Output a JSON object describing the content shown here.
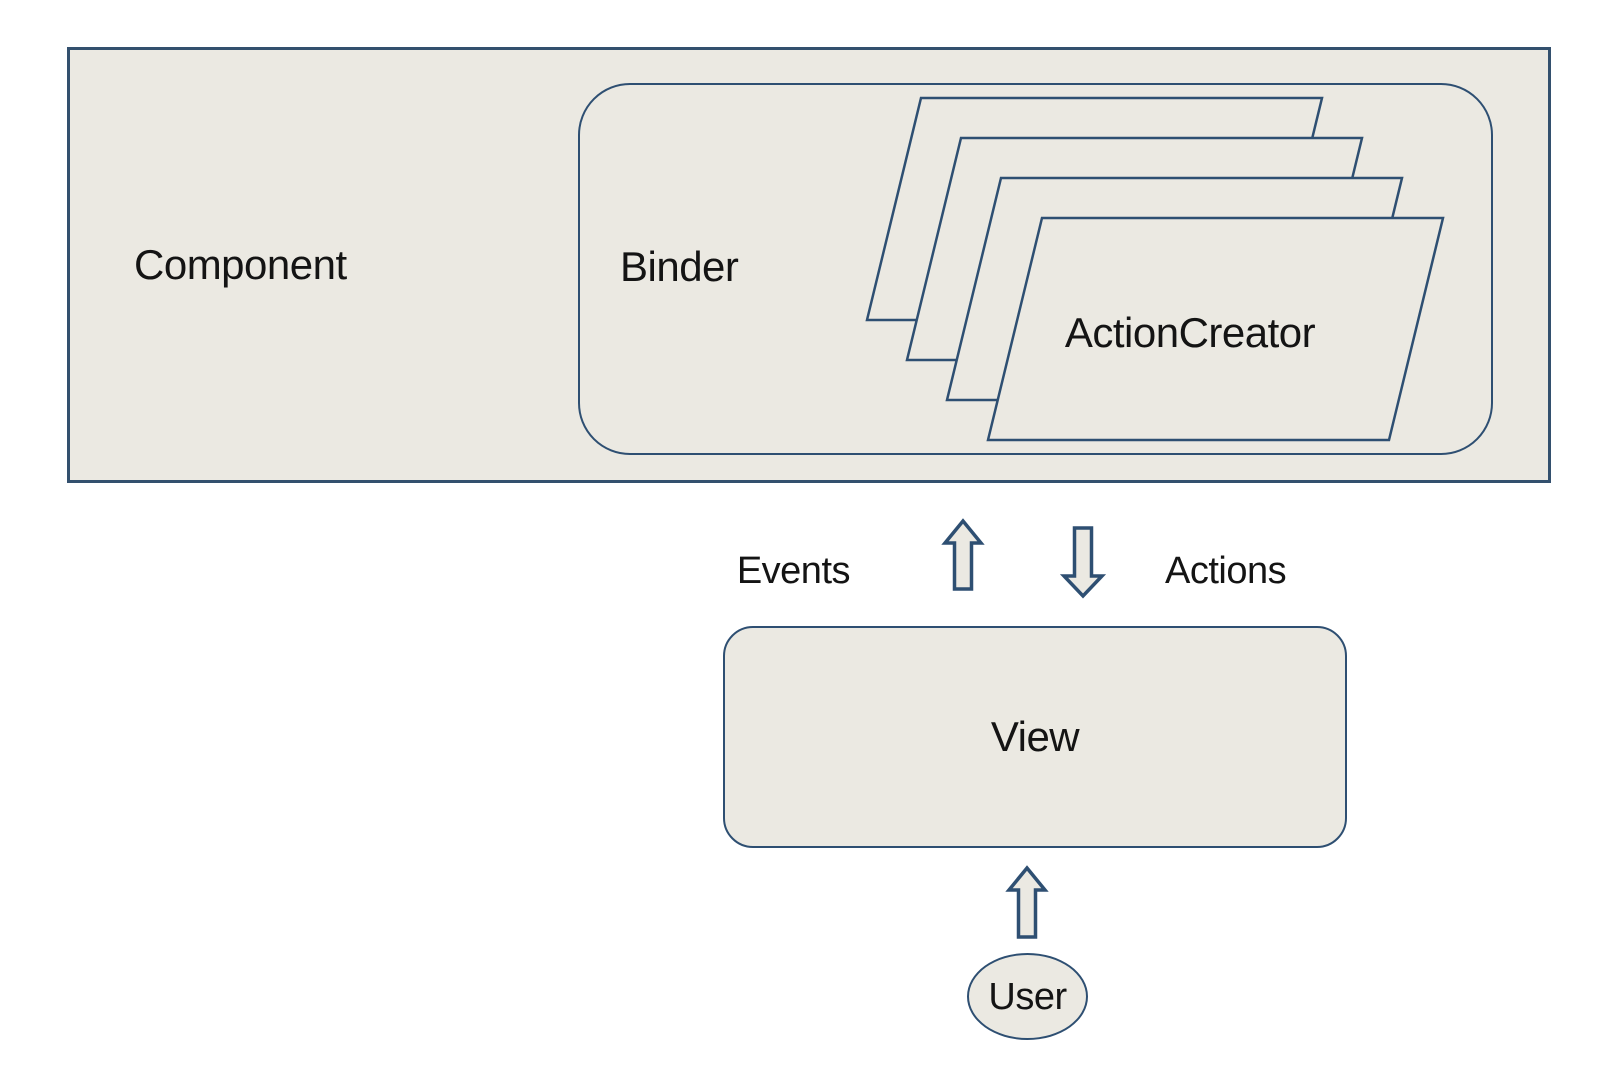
{
  "component": {
    "label": "Component"
  },
  "binder": {
    "label": "Binder"
  },
  "action_creator": {
    "label": "ActionCreator",
    "card_count": 4
  },
  "flow": {
    "events_label": "Events",
    "actions_label": "Actions"
  },
  "view": {
    "label": "View"
  },
  "user": {
    "label": "User"
  },
  "colors": {
    "background": "#ffffff",
    "shape_fill": "#ebe9e2",
    "shape_stroke": "#2e4f72",
    "outer_stroke": "#33506e",
    "text": "#141414"
  }
}
